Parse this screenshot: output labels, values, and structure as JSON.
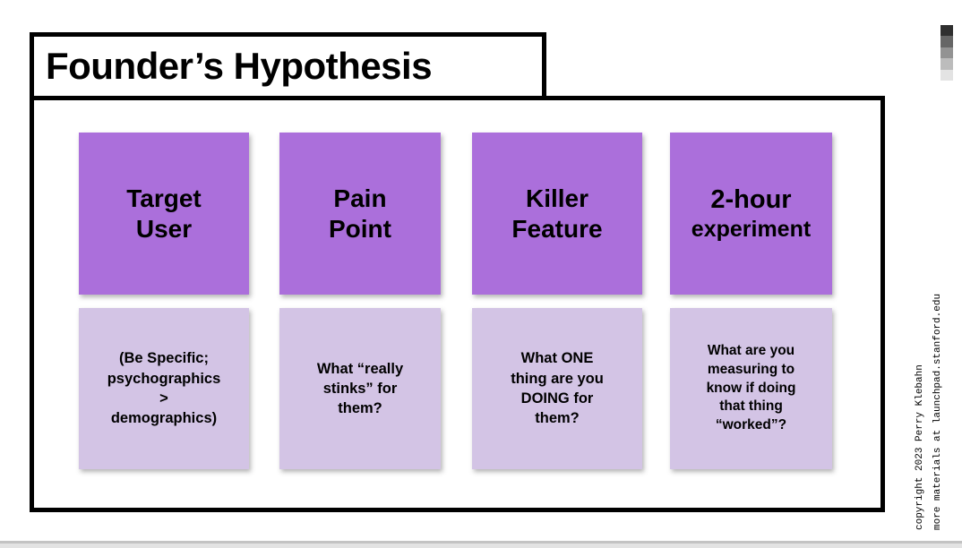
{
  "slide": {
    "title": "Founder’s Hypothesis",
    "columns": [
      {
        "header_lines": [
          "Target",
          "User"
        ],
        "body_lines": [
          "(Be Specific;",
          "psychographics",
          ">",
          "demographics)"
        ]
      },
      {
        "header_lines": [
          "Pain",
          "Point"
        ],
        "body_lines": [
          "What “really",
          "stinks” for",
          "them?"
        ]
      },
      {
        "header_lines": [
          "Killer",
          "Feature"
        ],
        "body_lines": [
          "What ONE",
          "thing are you",
          "DOING for",
          "them?"
        ]
      },
      {
        "header_lines": [
          "2-hour",
          "experiment"
        ],
        "body_lines": [
          "What are you",
          "measuring to",
          "know if doing",
          "that thing",
          "“worked”?"
        ]
      }
    ]
  },
  "credits": {
    "line1": "copyright 2023 Perry Klebahn",
    "line2": "more materials at launchpad.stanford.edu"
  },
  "colors": {
    "card_purple": "#ab6fdb",
    "card_light_purple": "#d3c4e5",
    "border_black": "#000000"
  },
  "gradient_bar_colors": [
    "#2f2f2f",
    "#666666",
    "#939393",
    "#bcbcbc",
    "#e3e3e3"
  ]
}
